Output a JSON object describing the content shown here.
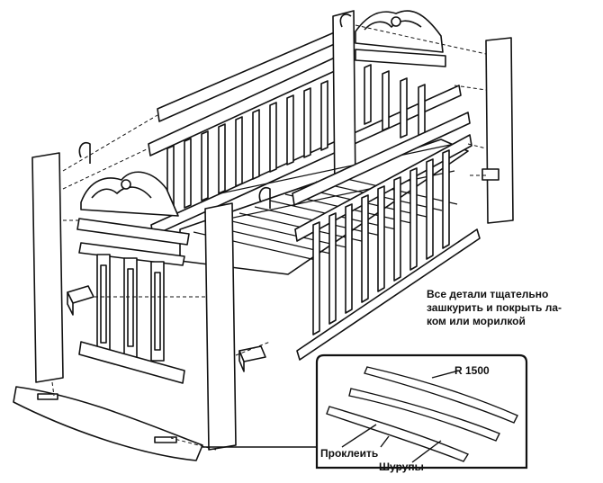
{
  "note": {
    "line1": "Все детали тщательно",
    "line2": "зашкурить и покрыть ла-",
    "line3": "ком или морилкой"
  },
  "inset": {
    "radius_label": "R 1500",
    "glue_label": "Проклеить",
    "screws_label": "Шурупы"
  }
}
